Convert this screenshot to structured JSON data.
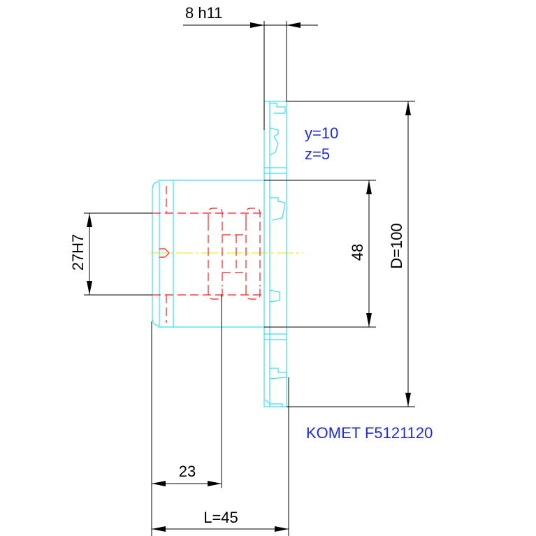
{
  "dimensions": {
    "thickness": "8 h11",
    "bore": "27H7",
    "hub_diameter": "48",
    "diameter": "D=100",
    "hub_offset": "23",
    "length": "L=45"
  },
  "notes": {
    "y": "y=10",
    "z": "z=5",
    "part": "KOMET F5121120"
  },
  "colors": {
    "dimension": "#000000",
    "outline": "#3cdcf0",
    "hidden": "#ff1a1a",
    "centerline": "#f2e600",
    "note_text": "#1f2bd6"
  }
}
